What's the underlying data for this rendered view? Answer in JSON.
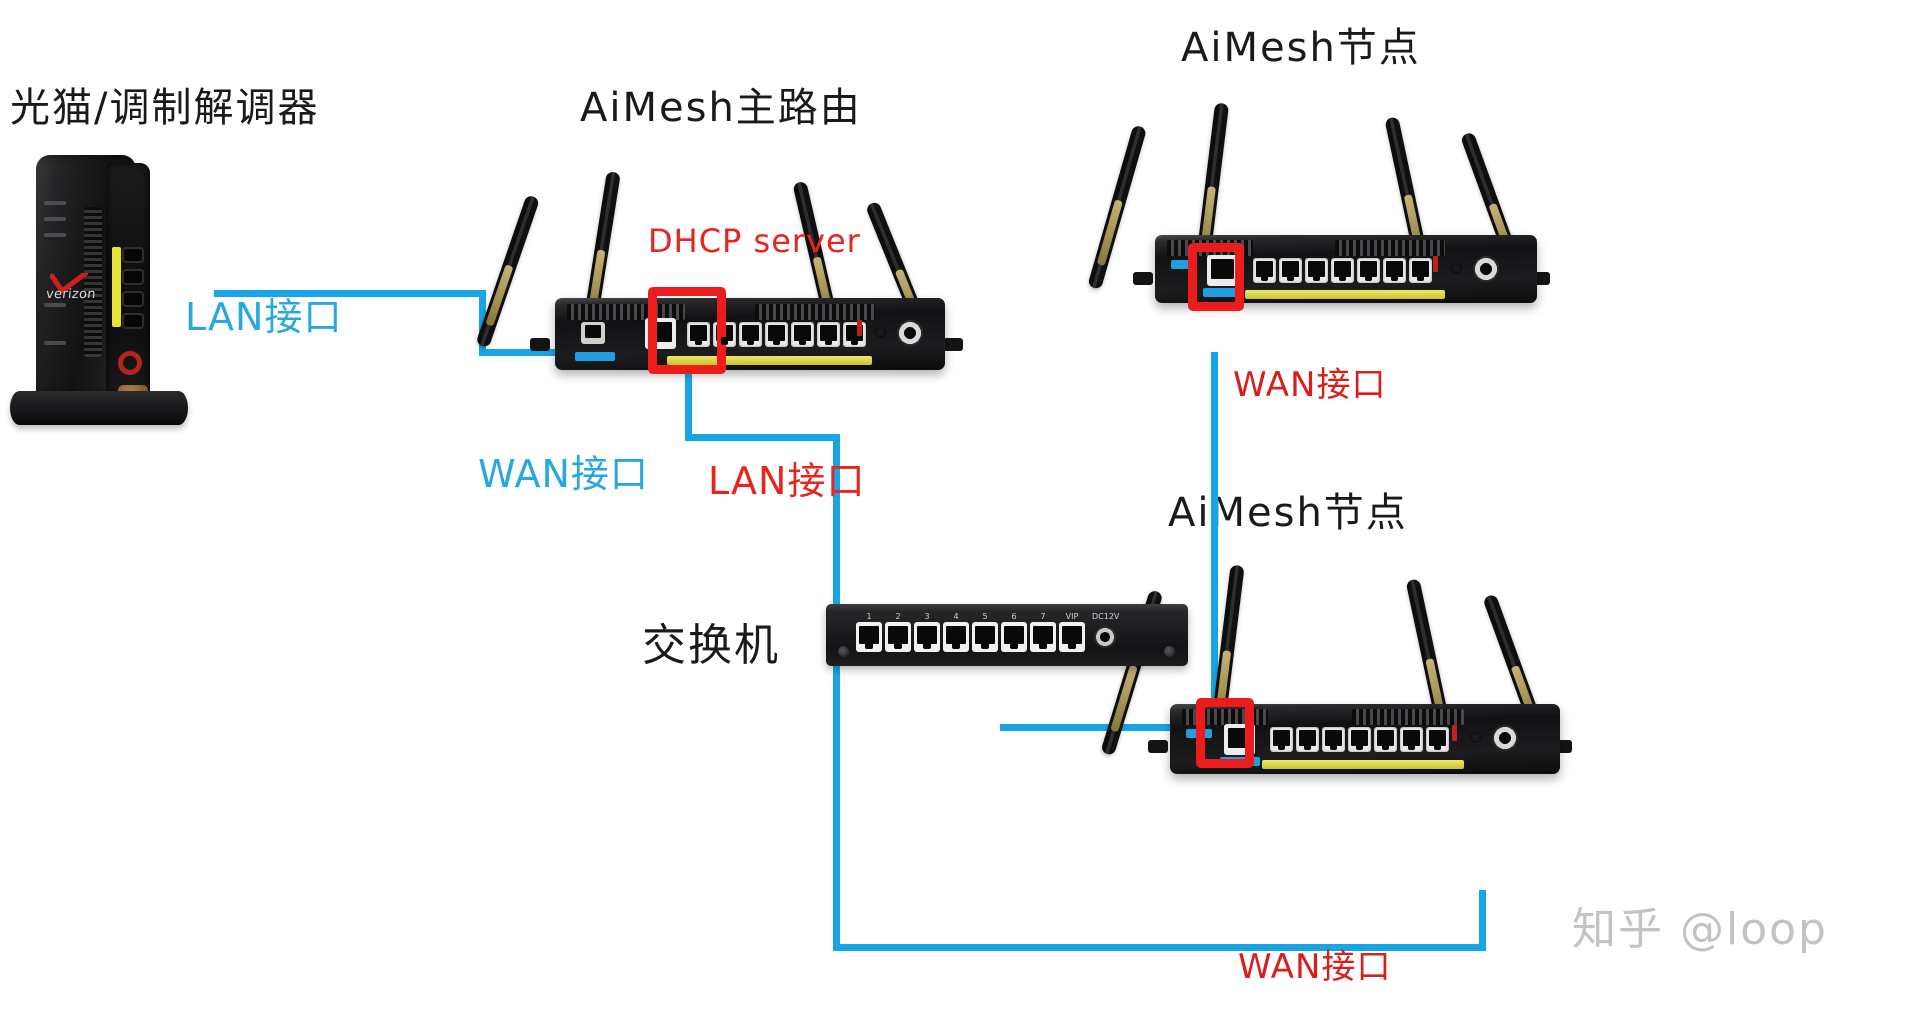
{
  "diagram": {
    "title_modem": "光猫/调制解调器",
    "title_main_router": "AiMesh主路由",
    "title_node_top": "AiMesh节点",
    "title_node_bottom": "AiMesh节点",
    "label_switch": "交换机",
    "label_dhcp_server": "DHCP server",
    "label_modem_lan": "LAN接口",
    "label_main_wan": "WAN接口",
    "label_main_lan": "LAN接口",
    "label_node_top_wan": "WAN接口",
    "label_node_bottom_wan": "WAN接口",
    "watermark": "知乎 @loop",
    "colors": {
      "cable_blue": "#18a5e6",
      "highlight_red": "#ec1c1c",
      "label_blue": "#2aa7e0",
      "label_red": "#e8241c",
      "title_black": "#1a1a1a",
      "router_yellow": "#efe96a"
    },
    "modem": {
      "brand": "verizon"
    },
    "switch_ports": [
      "1",
      "2",
      "3",
      "4",
      "5",
      "6",
      "7",
      "VIP"
    ],
    "switch_jack_label": "DC12V"
  }
}
